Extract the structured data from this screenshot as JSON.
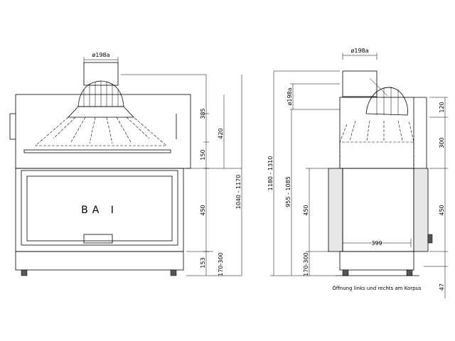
{
  "front": {
    "label": "BA I",
    "flue": "ø198a",
    "dims": {
      "d385": "385",
      "d150": "150",
      "d420": "420",
      "d450": "450",
      "d153": "153",
      "d170_300": "170-300",
      "d1040_1170": "1040 - 1170"
    }
  },
  "side": {
    "flue_top": "ø198a",
    "flue_side": "ø198a",
    "dims": {
      "d1180_1310": "1180 - 1310",
      "d955_1085": "955 - 1085",
      "d450": "450",
      "d170_300": "170-300",
      "d399": "399",
      "d120": "120",
      "d300": "300",
      "d450_right": "450",
      "d47": "47"
    },
    "note": "Öffnung links und rechts am Korpus"
  }
}
